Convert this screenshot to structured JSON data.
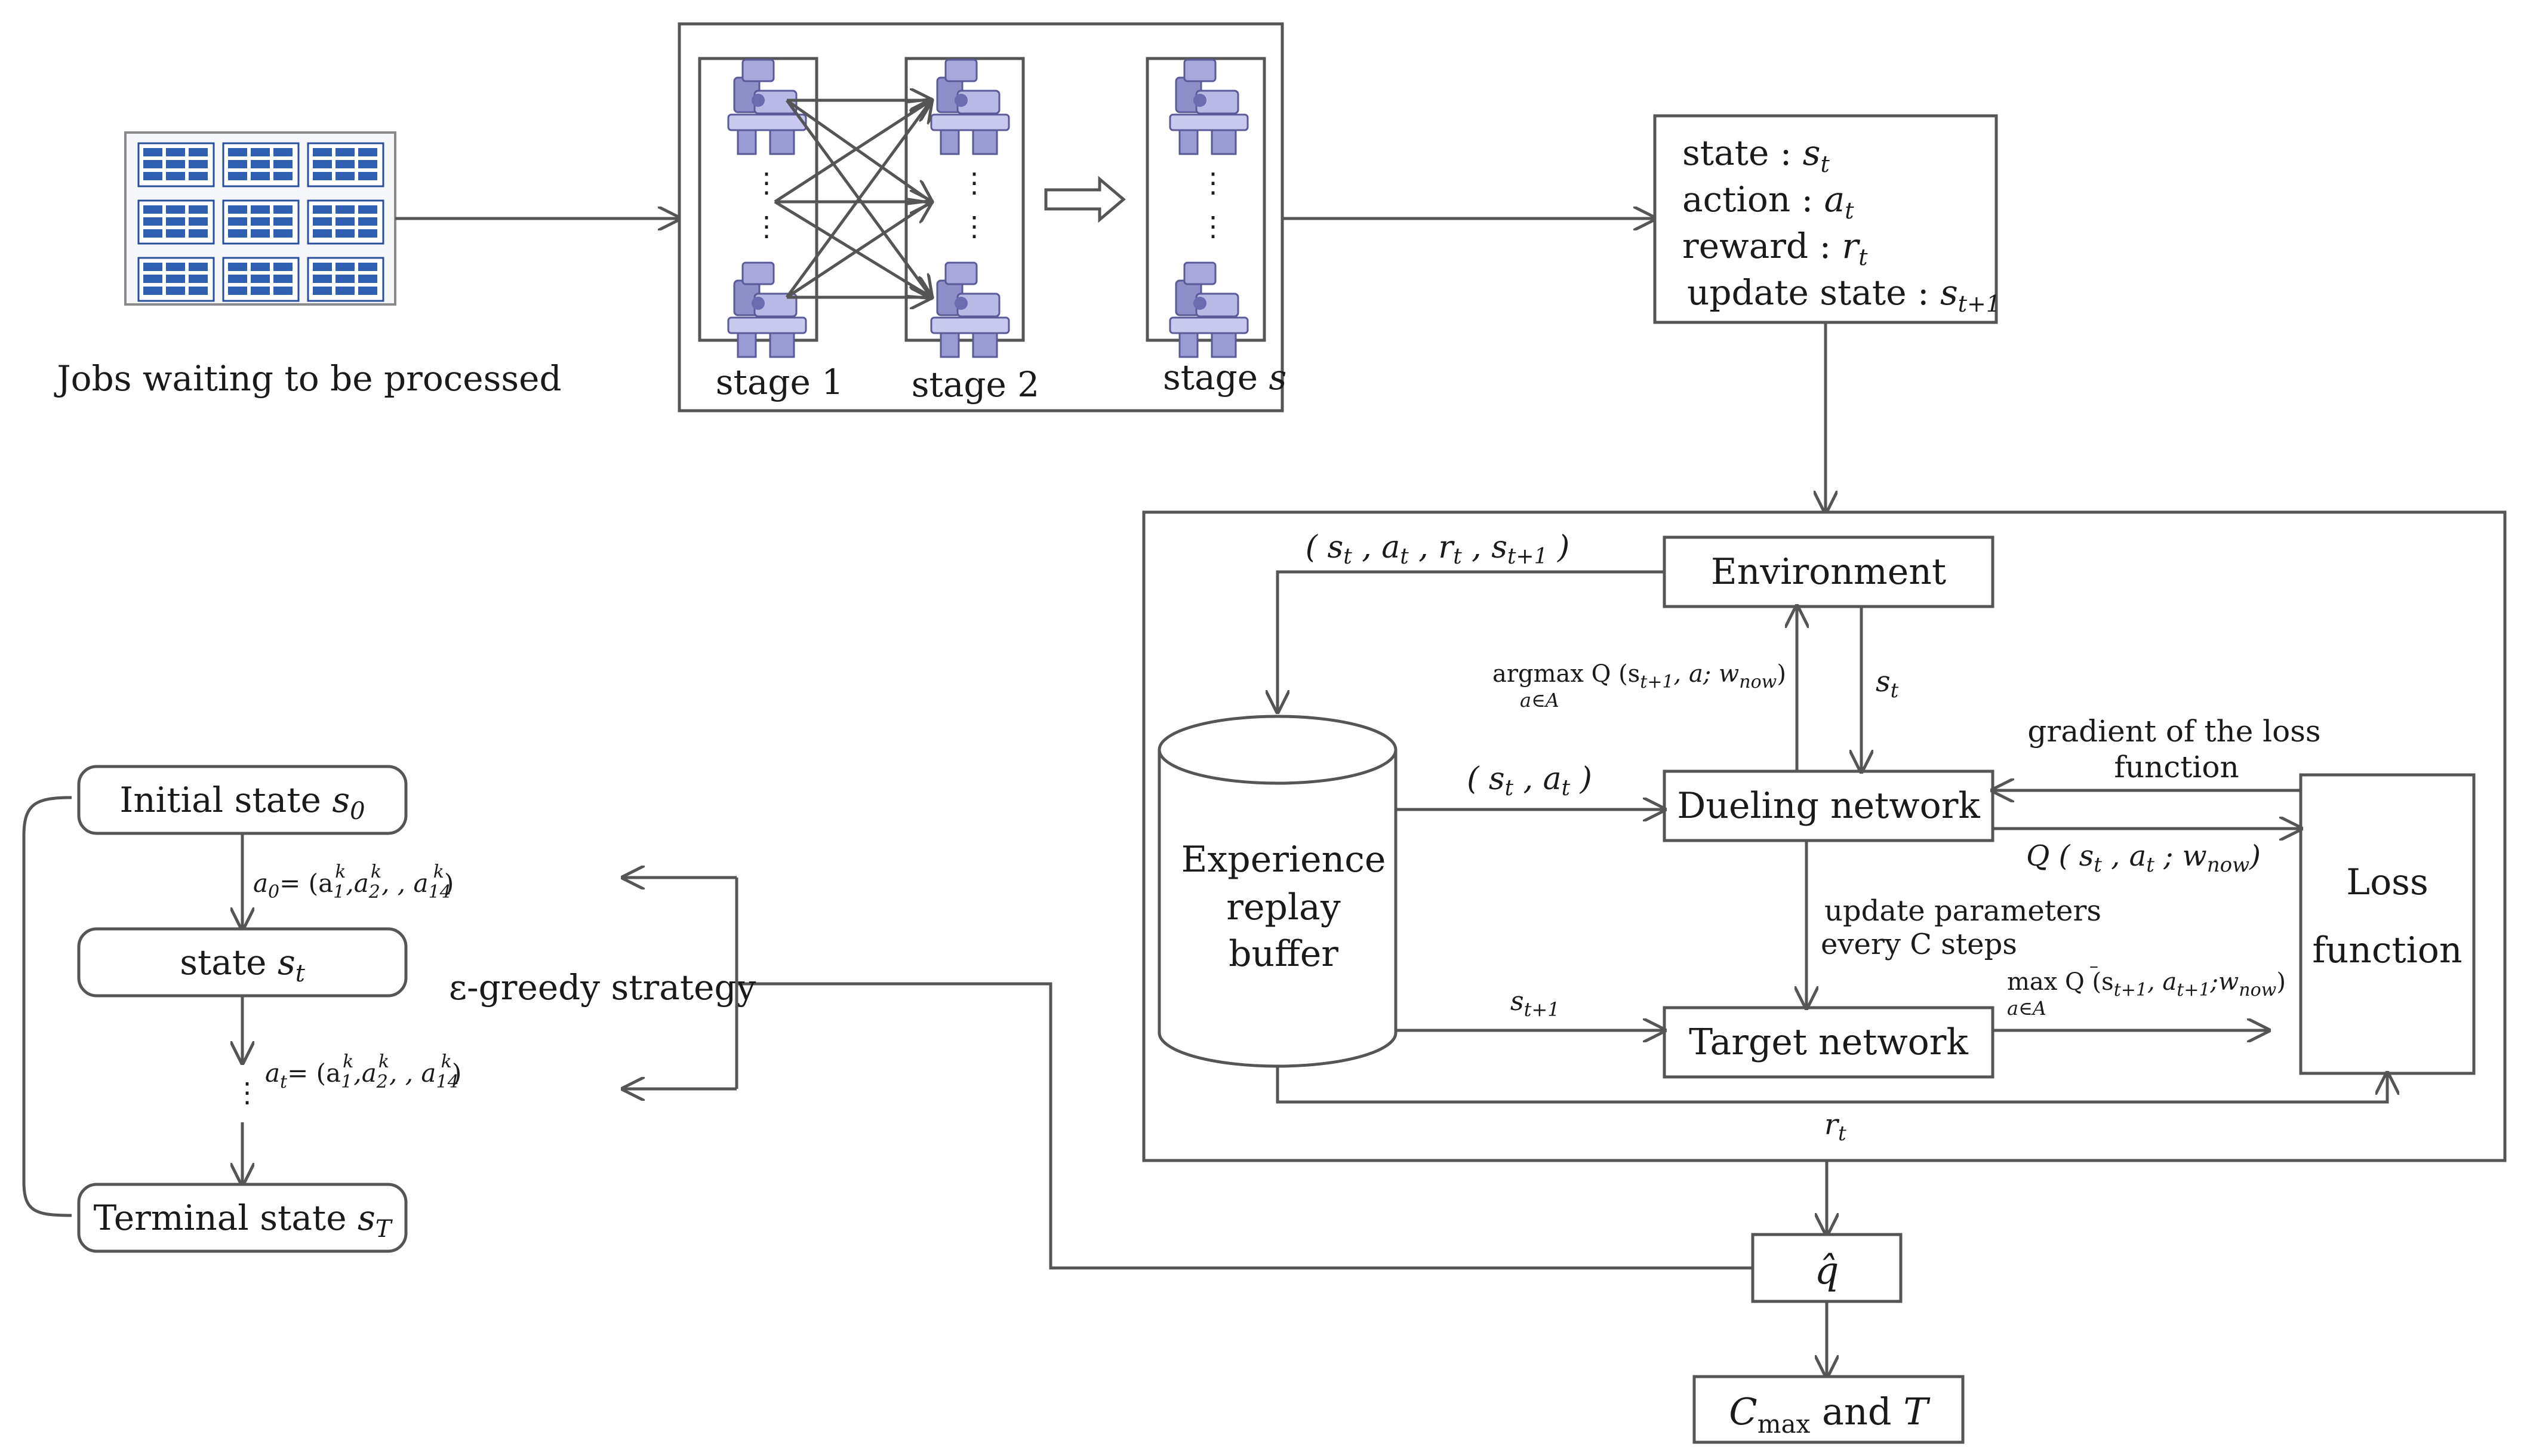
{
  "jobs": {
    "label": "Jobs waiting to be processed"
  },
  "stages": {
    "stage1": "stage 1",
    "stage2": "stage 2",
    "stage_s_prefix": "stage",
    "stage_s_var": "s",
    "dots": "⋮"
  },
  "mdp": {
    "state_label": "state  :",
    "state_var": "s",
    "state_sub": "t",
    "action_label": "action :",
    "action_var": "a",
    "action_sub": "t",
    "reward_label": "reward :",
    "reward_var": "r",
    "reward_sub": "t",
    "update_label": "update state  :",
    "update_var": "s",
    "update_sub": "t+1"
  },
  "dqn": {
    "environment": "Environment",
    "dueling": "Dueling network",
    "target": "Target network",
    "buffer_l1": "Experience",
    "buffer_l2": "replay",
    "buffer_l3": "buffer",
    "loss_l1": "Loss",
    "loss_l2": "function",
    "transition": "( s t , a t , r t , s t+1 )",
    "argmax_top": "argmax  Q (s",
    "argmax_sub": "t+1",
    "argmax_rest": ", a; w",
    "argmax_w_sub": "now",
    "argmax_close": ")",
    "argmax_under": "a∈A",
    "st_down": "s",
    "st_down_sub": "t",
    "sa_pair": "( s t , a t )",
    "gradient_l1": "gradient of the loss",
    "gradient_l2": "function",
    "q_out": "Q ( s",
    "q_out_rest": ", a",
    "q_out_w": "; w",
    "q_out_close": ")",
    "update_params_l1": "update parameters",
    "update_params_l2": "every C steps",
    "s_next": "s",
    "s_next_sub": "t+1",
    "max_top": "max  Q (s",
    "max_rest1": ", a",
    "max_rest2": ";w",
    "max_w_bar": "–",
    "max_close": ")",
    "max_under": "a∈A",
    "rt": "r",
    "rt_sub": "t"
  },
  "qhat": {
    "label": "q̂"
  },
  "result": {
    "c": "C",
    "c_sub": "max",
    "and": "and",
    "t": "T"
  },
  "episode": {
    "initial": "Initial state ",
    "initial_var": "s",
    "initial_sub": "0",
    "state": "state ",
    "state_var": "s",
    "state_sub": "t",
    "terminal": "Terminal state ",
    "terminal_var": "s",
    "terminal_sub": "T",
    "a0": "a",
    "a0_sub": "0",
    "a0_rest": "= (a",
    "at": "a",
    "at_sub": "t",
    "at_rest": "= (a",
    "k": "k",
    "one": "1",
    "two": "2",
    "fourteen": "14",
    "comma_a": ",a",
    "comma_gap": ",     , a",
    "close": ")",
    "vdots": "⋮"
  },
  "strategy": {
    "label": "ε-greedy strategy"
  }
}
